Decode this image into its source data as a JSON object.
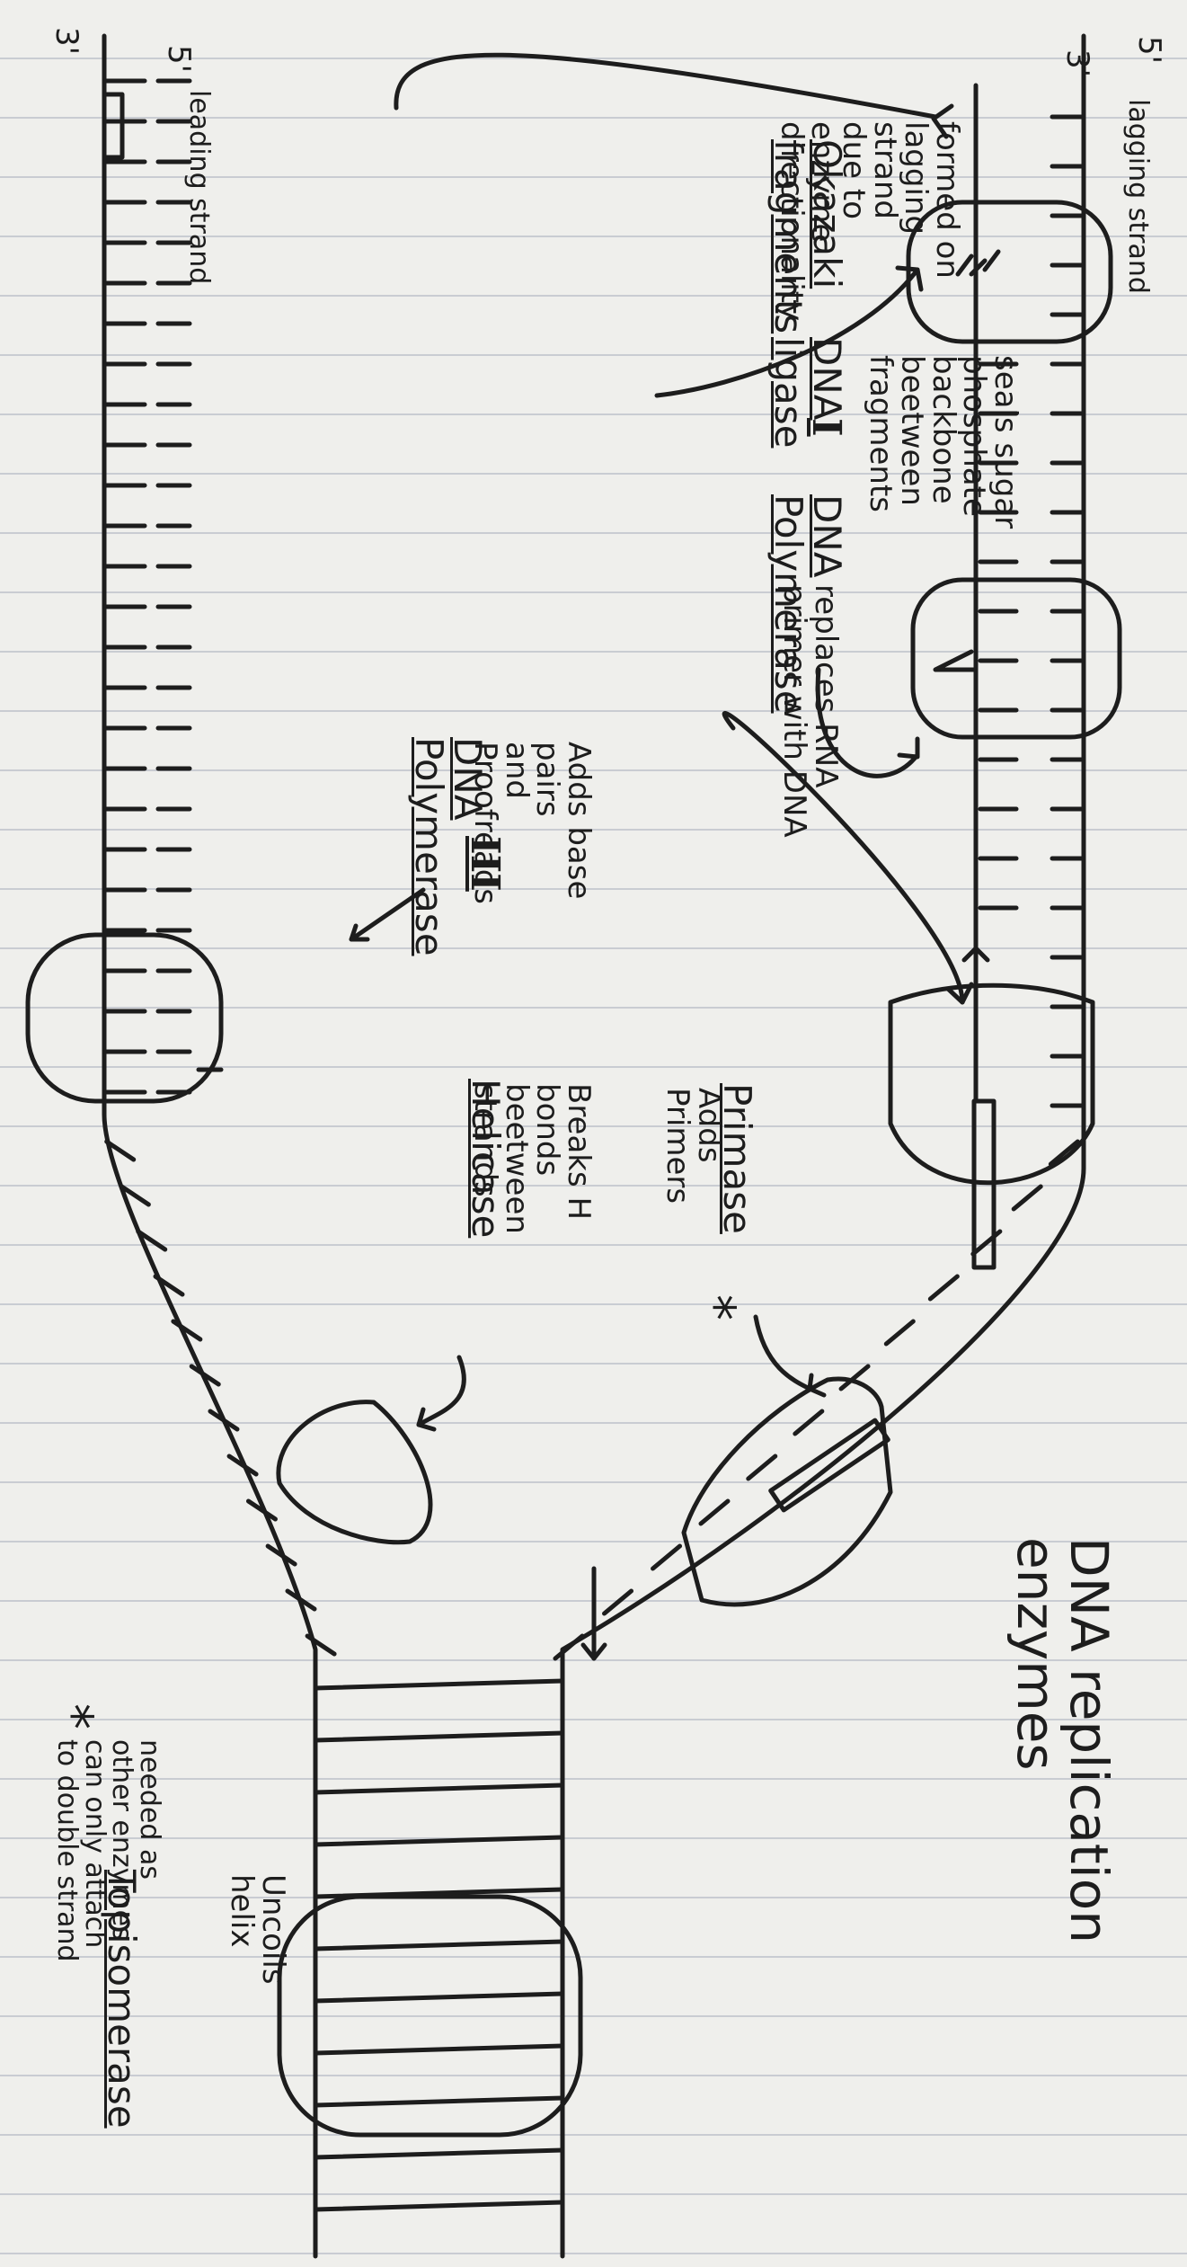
{
  "title": "DNA replication\nenzymes",
  "strand_ends": {
    "top_three_prime": "3'",
    "top_five_prime": "5'",
    "lag_three_prime": "3'",
    "lag_five_prime": "5'"
  },
  "strands": {
    "leading": "leading strand",
    "lagging": "lagging strand"
  },
  "enzymes": {
    "topoisomerase": {
      "name": "Topisomerase",
      "role": "Uncoils\nhelix"
    },
    "helicase": {
      "name": "Helicase",
      "role": "Breaks H\nbonds\nbeetween\nstrands"
    },
    "primase": {
      "name": "Primase",
      "role": "Adds\nPrimers"
    },
    "primase_star": "*",
    "dna_pol_iii": {
      "name": "DNA\nPolymerase",
      "numeral": "III",
      "role": "Adds base\npairs\nand\nProofreads"
    },
    "dna_pol_i": {
      "name": "DNA\nPolymerase",
      "numeral": "I",
      "role": "replaces RNA\nprimer with DNA"
    },
    "dna_ligase": {
      "name": "DNA\nligase",
      "role": "seals sugar\nphosphate\nbackbone\nbeetween\nfragments"
    },
    "okazaki": {
      "name": "Okazaki\nfragments",
      "role": "formed on\nlagging\nstrand\ndue to\nenzyme\ndirectionality"
    }
  },
  "footnote": {
    "star": "*",
    "text": "needed as\nother enzymes\ncan only attach\nto double strand"
  },
  "colors": {
    "ink": "#1d1d1d",
    "paper": "#efefec",
    "rule": "#c9ccd2"
  }
}
